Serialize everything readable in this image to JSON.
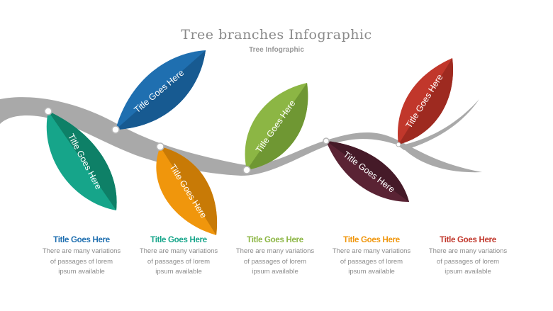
{
  "header": {
    "title": "Tree branches Infographic",
    "subtitle": "Tree Infographic"
  },
  "leaves": [
    {
      "label": "Title Goes Here",
      "color": "#16a58a",
      "color_dark": "#0e8067"
    },
    {
      "label": "Title Goes Here",
      "color": "#1f6fb0",
      "color_dark": "#175a91"
    },
    {
      "label": "Title Goes Here",
      "color": "#f0960c",
      "color_dark": "#c87a06"
    },
    {
      "label": "Title Goes Here",
      "color": "#8cb644",
      "color_dark": "#6f9733"
    },
    {
      "label": "Title Goes Here",
      "color": "#5a2334",
      "color_dark": "#451a28"
    },
    {
      "label": "Title Goes Here",
      "color": "#c1372b",
      "color_dark": "#9e2a20"
    }
  ],
  "columns": [
    {
      "title": "Title Goes Here",
      "color": "#1f6fb0",
      "line1": "There are many variations",
      "line2": "of passages  of lorem",
      "line3": "ipsum available"
    },
    {
      "title": "Title Goes Here",
      "color": "#16a58a",
      "line1": "There are many variations",
      "line2": "of passages  of lorem",
      "line3": "ipsum available"
    },
    {
      "title": "Title Goes Here",
      "color": "#8cb644",
      "line1": "There are many variations",
      "line2": "of passages  of lorem",
      "line3": "ipsum available"
    },
    {
      "title": "Title Goes Here",
      "color": "#f0960c",
      "line1": "There are many variations",
      "line2": "of passages  of lorem",
      "line3": "ipsum available"
    },
    {
      "title": "Title Goes Here",
      "color": "#c1372b",
      "line1": "There are many variations",
      "line2": "of passages  of lorem",
      "line3": "ipsum available"
    }
  ],
  "branch_color": "#a9a9a9"
}
